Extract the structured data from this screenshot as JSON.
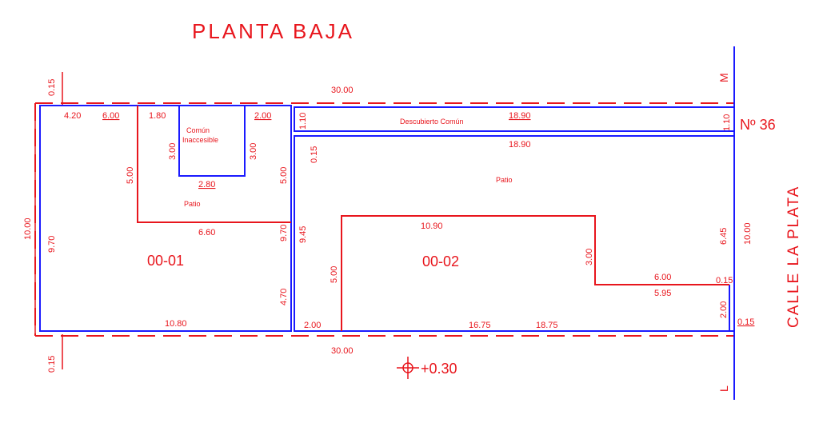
{
  "drawing": {
    "title": "PLANTA BAJA",
    "street_label": "CALLE LA PLATA",
    "number_label": "Nº 36",
    "level_label": "+0.30",
    "north_mark": "M",
    "south_mark": "L",
    "colors": {
      "lines": "#1a1aff",
      "text": "#e8161d",
      "background": "#ffffff"
    }
  },
  "units": {
    "u1": "00-01",
    "u2": "00-02"
  },
  "rooms": {
    "patio_left": "Patio",
    "patio_right": "Patio",
    "comun_inaccesible_line1": "Común",
    "comun_inaccesible_line2": "Inaccesible",
    "descubierto_comun": "Descubierto Común"
  },
  "dims": {
    "top_total": "30.00",
    "bottom_total": "30.00",
    "left_offset_top": "0.15",
    "left_offset_bottom": "0.15",
    "left_total": "10.00",
    "left_inner": "9.70",
    "d_4_20": "4.20",
    "d_6_00_top": "6.00",
    "d_1_80": "1.80",
    "d_2_00_top": "2.00",
    "d_3_00_a": "3.00",
    "d_3_00_b": "3.00",
    "d_2_80": "2.80",
    "d_5_00_left": "5.00",
    "d_5_00_mid": "5.00",
    "d_6_60": "6.60",
    "d_9_70_mid": "9.70",
    "d_4_70": "4.70",
    "d_10_80": "10.80",
    "d_1_10_left": "1.10",
    "d_1_10_right": "1.10",
    "d_18_90_top": "18.90",
    "d_18_90_mid": "18.90",
    "d_0_15_mid": "0.15",
    "d_9_45": "9.45",
    "d_10_90": "10.90",
    "d_3_00_right": "3.00",
    "d_5_00_right": "5.00",
    "d_6_00_right": "6.00",
    "d_5_95": "5.95",
    "d_0_15_right": "0.15",
    "d_6_45": "6.45",
    "d_10_00_right": "10.00",
    "d_2_00_right": "2.00",
    "d_0_15_corner": "0.15",
    "d_2_00_bottom": "2.00",
    "d_16_75": "16.75",
    "d_18_75": "18.75"
  }
}
